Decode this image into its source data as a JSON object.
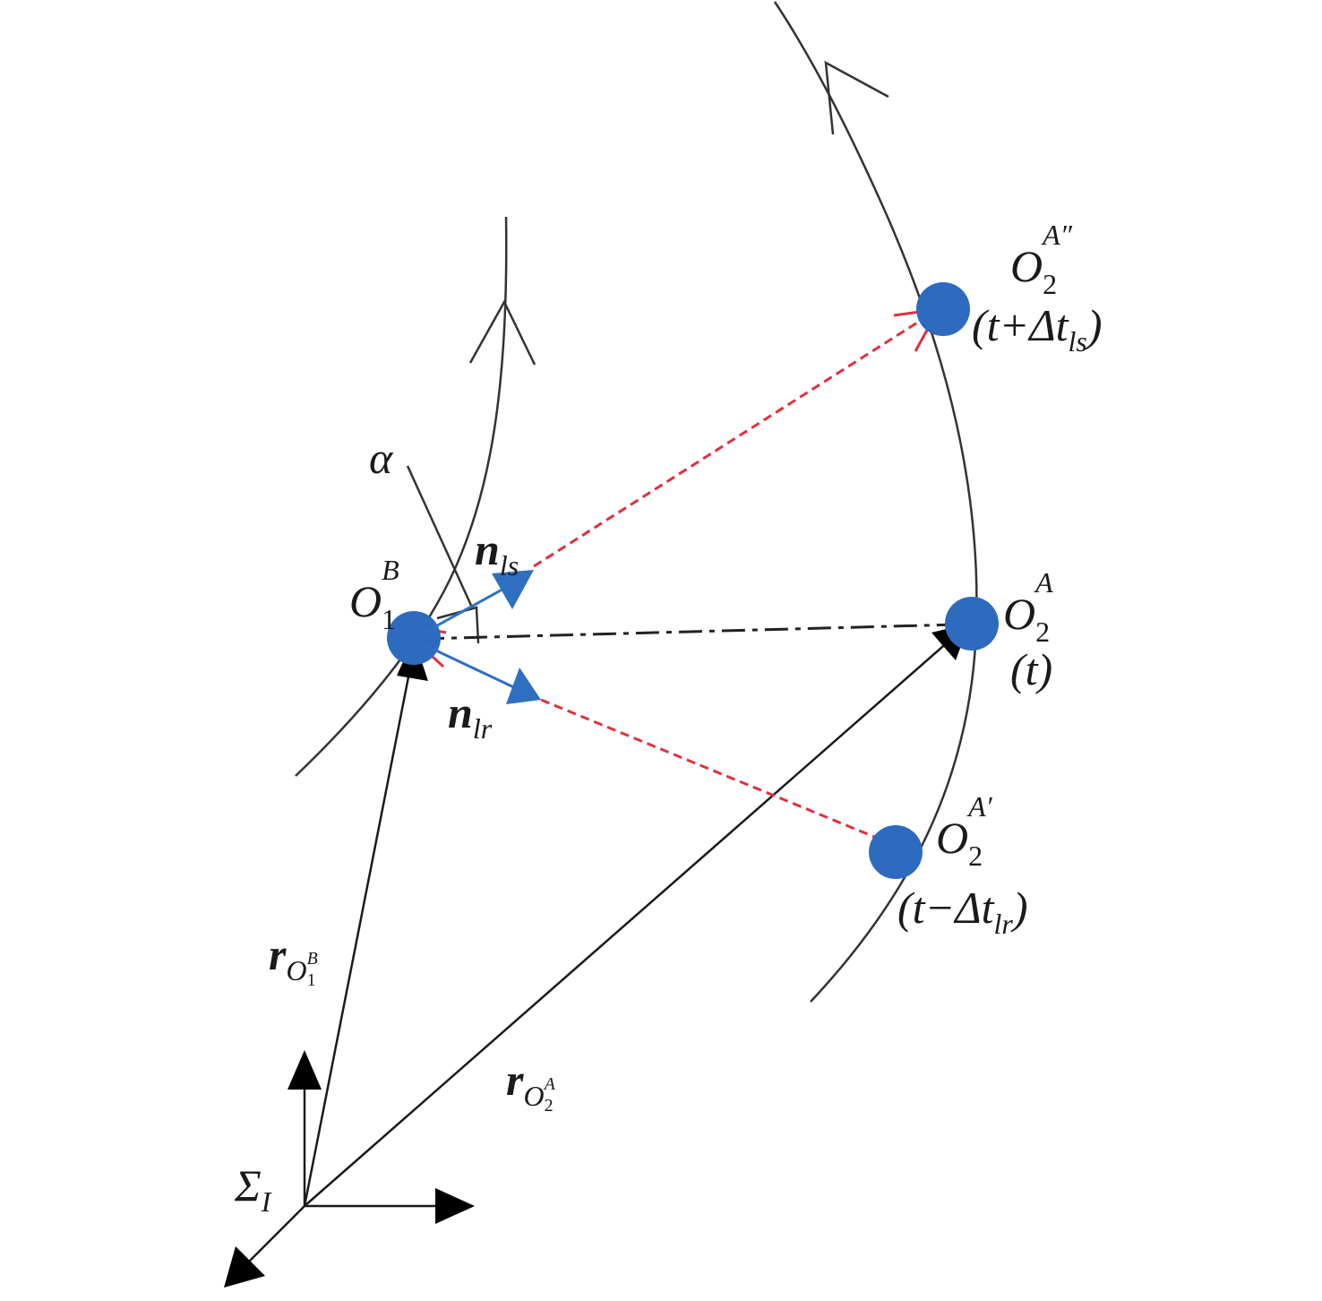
{
  "colors": {
    "ink": "#333333",
    "node": "#2d6bbf",
    "normal_arrow": "#2f6fc2",
    "signal_dash": "#e0303c"
  },
  "labels": {
    "alpha": "α",
    "n_ls": {
      "base": "n",
      "sub": "ls"
    },
    "n_lr": {
      "base": "n",
      "sub": "lr"
    },
    "o1b": {
      "base": "O",
      "sup": "B",
      "sub": "1"
    },
    "o2a": {
      "base": "O",
      "sup": "A",
      "sub": "2",
      "time": "(t)"
    },
    "o2a_pp": {
      "base": "O",
      "sup": "A″",
      "sub": "2",
      "time": "(t+Δt",
      "time_sub": "ls",
      "time_close": ")"
    },
    "o2a_p": {
      "base": "O",
      "sup": "A′",
      "sub": "2",
      "time": "(t−Δt",
      "time_sub": "lr",
      "time_close": ")"
    },
    "r_o1b": {
      "base": "r",
      "o": "O",
      "sup": "B",
      "sub": "1"
    },
    "r_o2a": {
      "base": "r",
      "o": "O",
      "sup": "A",
      "sub": "2"
    },
    "frame": {
      "base": "Σ",
      "sub": "I"
    }
  }
}
